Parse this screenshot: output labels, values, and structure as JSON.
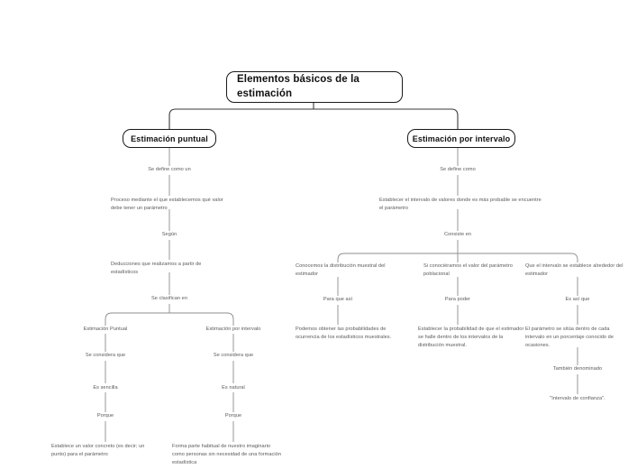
{
  "diagram": {
    "title": "Elementos básicos de la estimación",
    "root": {
      "label": "Elementos básicos de la estimación"
    },
    "branches": {
      "left": {
        "label": "Estimación puntual"
      },
      "right": {
        "label": "Estimación por intervalo"
      }
    },
    "left_chain": {
      "link1": "Se define como un",
      "node1": "Proceso mediante el que establecemos qué valor debe tener un parámetro",
      "link2": "Según",
      "node2": "Deducciones que realizamos a partir de estadísticos",
      "link3": "Se clasifican en"
    },
    "left_columns": [
      {
        "node": "Estimación Puntual",
        "link1": "Se considera que",
        "node2": "Es sencilla",
        "link2": "Porque",
        "node3": "Establece un valor concreto (es decir; un punto) para el parámetro"
      },
      {
        "node": "Estimación por intervalo",
        "link1": "Se considera que",
        "node2": "Es natural",
        "link2": "Porque",
        "node3": "Forma parte habitual de nuestro imaginario como personas sin necesidad de una formación estadística"
      }
    ],
    "right_chain": {
      "link1": "Se define como",
      "node1": "Establecer el intervalo de valores donde es más probable se encuentre el parámetro",
      "link2": "Consiste en"
    },
    "right_columns": [
      {
        "node": "Conocemos la distribución muestral del estimador",
        "link1": "Para que así",
        "node2": "Podemos obtener las probabilidades de ocurrencia de los estadísticos muestrales."
      },
      {
        "node": "Si conociéramos el valor del parámetro poblacional",
        "link1": "Para poder",
        "node2": "Establecer la probabilidad de que el estimador se halle dentro de los intervalos de la distribución muestral."
      },
      {
        "node": "Que el intervalo se establece alrededor del estimador",
        "link1": "Es así que",
        "node2": "El parámetro se sitúa dentro de cada intervalo en un porcentaje conocido de ocasiones.",
        "link2": "También denominado",
        "node3": "\"Intervalo de confianza\"."
      }
    ],
    "colors": {
      "background": "#ffffff",
      "box_border": "#1a1a1a",
      "box_text": "#111111",
      "plain_text": "#595959",
      "connector": "#8c8c8c",
      "connector_strong": "#5a5a5a"
    }
  }
}
